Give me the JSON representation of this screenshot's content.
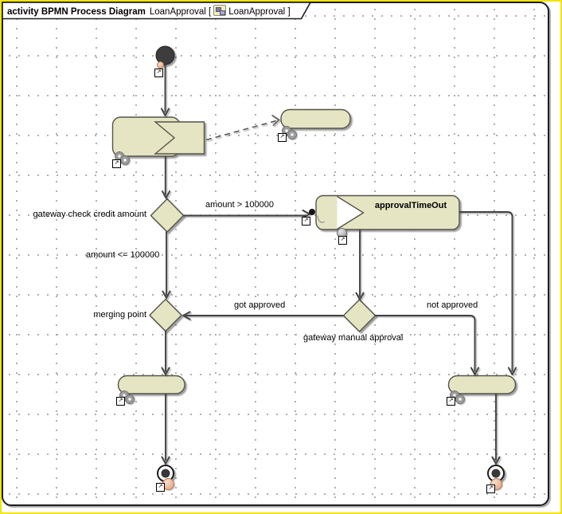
{
  "header": {
    "title": "activity BPMN Process Diagram",
    "name": "LoanApproval",
    "bracket_open": "[",
    "ref_name": "LoanApproval",
    "bracket_close": "]"
  },
  "nodes": {
    "initial": {
      "type": "initial-node",
      "label": ""
    },
    "receive_task": {
      "type": "action-with-accept-event",
      "label": ""
    },
    "linked_task": {
      "type": "action",
      "label": ""
    },
    "gateway_check": {
      "type": "decision-diamond",
      "label": "gateway check credit amount"
    },
    "approval_timeout": {
      "type": "accept-event-action",
      "label": "approvalTimeOut"
    },
    "merge": {
      "type": "merge-diamond",
      "label": "merging point"
    },
    "gateway_manual": {
      "type": "decision-diamond",
      "label": "gateway manual approval"
    },
    "action_bottom_left": {
      "type": "action",
      "label": ""
    },
    "action_bottom_right": {
      "type": "action",
      "label": ""
    },
    "final_left": {
      "type": "activity-final-node",
      "label": ""
    },
    "final_right": {
      "type": "activity-final-node",
      "label": ""
    }
  },
  "edges": {
    "amount_gt": {
      "label": "amount > 100000"
    },
    "amount_le": {
      "label": "amount <= 100000"
    },
    "got_approved": {
      "label": "got approved"
    },
    "not_approved": {
      "label": "not approved"
    }
  },
  "icons": {
    "nav_arrow": "↗"
  },
  "colors": {
    "node_fill": "#e5e5c4",
    "node_border": "#56534a",
    "edge": "#434343",
    "frame_border": "#1d1d1d",
    "selection_yellow": "#f2e30b",
    "grid_dot": "#a2a2a2",
    "tab_fill": "#ffffff"
  }
}
